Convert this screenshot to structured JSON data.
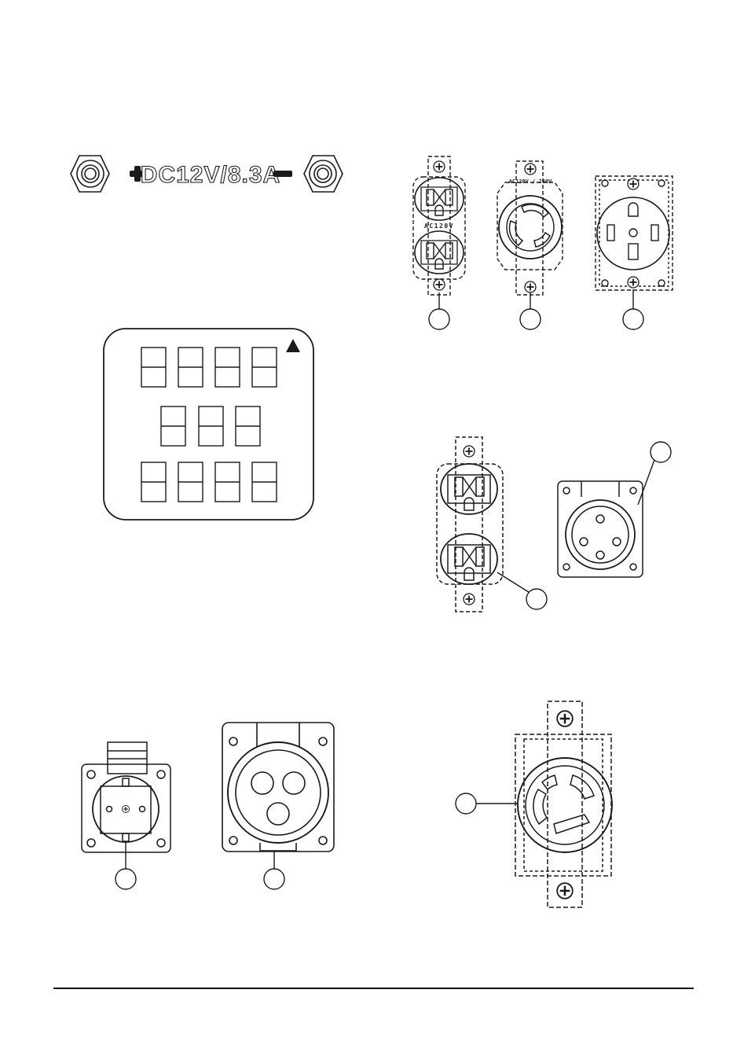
{
  "dc_terminal": {
    "label": "DC12V/8.3A",
    "plus_symbol": "+",
    "minus_symbol": "−"
  },
  "duplex_outlet": {
    "label": "AC120V"
  },
  "twist_lock_outlet": {
    "label": "AC120V / 240V"
  },
  "icons": [
    "hex-terminal-icon",
    "fuse-panel-icon",
    "warning-triangle-icon",
    "duplex-outlet-icon",
    "twist-lock-outlet-icon",
    "four-pin-round-socket-icon",
    "schuko-socket-icon",
    "three-pin-round-socket-icon",
    "callout-circle-icon"
  ],
  "colors": {
    "line": "#1a1a1a",
    "dc_label_fill": "#ffffff",
    "background": "#ffffff"
  }
}
